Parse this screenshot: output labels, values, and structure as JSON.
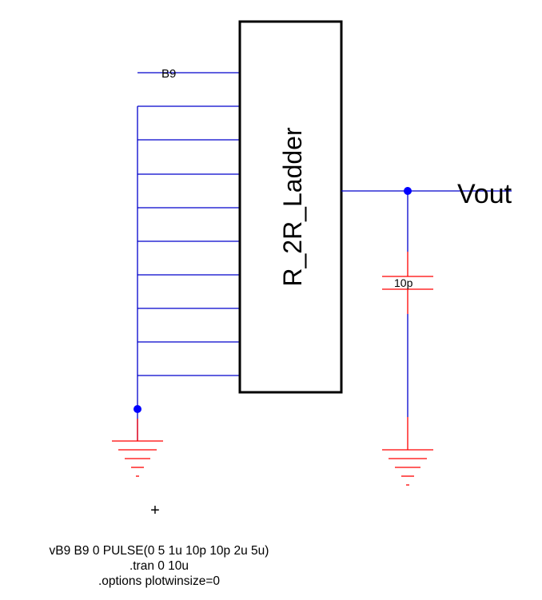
{
  "schematic": {
    "block_label": "R_2R_Ladder",
    "input_label": "B9",
    "output_label": "Vout",
    "capacitor_value": "10p",
    "spice_commands": [
      "vB9 B9 0 PULSE(0 5 1u 10p 10p 2u 5u)",
      ".tran 0 10u",
      ".options plotwinsize=0"
    ],
    "marker": "+"
  },
  "colors": {
    "wire": "#0000cc",
    "component": "#ff0000",
    "block": "#000000",
    "text": "#000000"
  }
}
